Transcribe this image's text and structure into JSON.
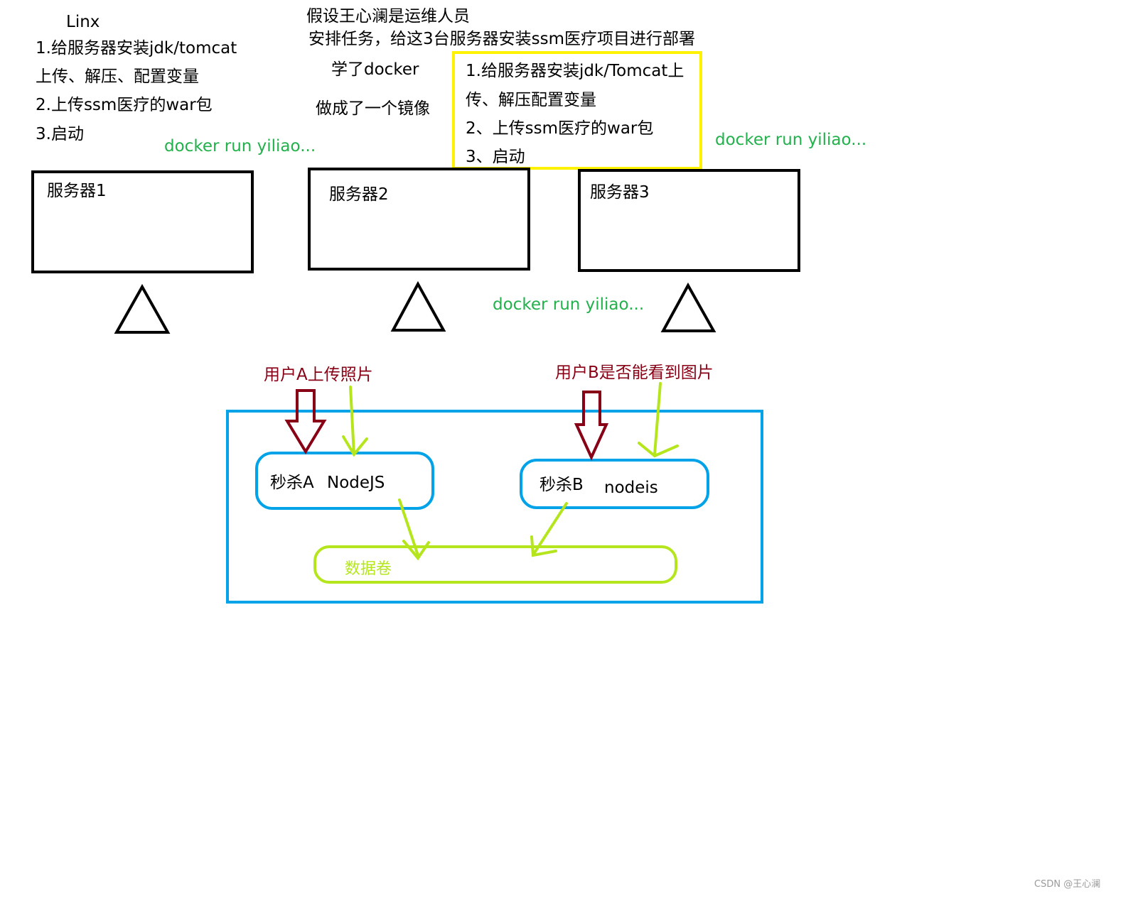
{
  "notes": {
    "linux_title": "Linx",
    "linux_step1": "1.给服务器安装jdk/tomcat",
    "linux_step1b": "上传、解压、配置变量",
    "linux_step2": "2.上传ssm医疗的war包",
    "linux_step3": "3.启动",
    "scenario_line1": "假设王心澜是运维人员",
    "scenario_line2": "安排任务，给这3台服务器安装ssm医疗项目进行部署",
    "learn_docker": "学了docker",
    "make_image": "做成了一个镜像"
  },
  "yellow_box": {
    "border_color": "#fff200",
    "line1": "1.给服务器安装jdk/Tomcat上",
    "line2": "传、解压配置变量",
    "line3": "2、上传ssm医疗的war包",
    "line4": "3、启动"
  },
  "docker_commands": {
    "color": "#22b14c",
    "cmd_server2": "docker run yiliao...",
    "cmd_server3": "docker run yiliao...",
    "cmd_middle": "docker run yiliao..."
  },
  "servers": [
    {
      "label": "服务器1"
    },
    {
      "label": "服务器2"
    },
    {
      "label": "服务器3"
    }
  ],
  "container_area": {
    "border_color": "#00a2e8",
    "user_a": "用户A上传照片",
    "user_b": "用户B是否能看到图片",
    "user_color": "#880015",
    "node_a": {
      "name": "秒杀A",
      "tech": "NodeJS"
    },
    "node_b": {
      "name": "秒杀B",
      "tech": "nodeis"
    },
    "volume": "数据卷",
    "volume_color": "#b5e61d"
  },
  "watermark": "CSDN @王心澜"
}
